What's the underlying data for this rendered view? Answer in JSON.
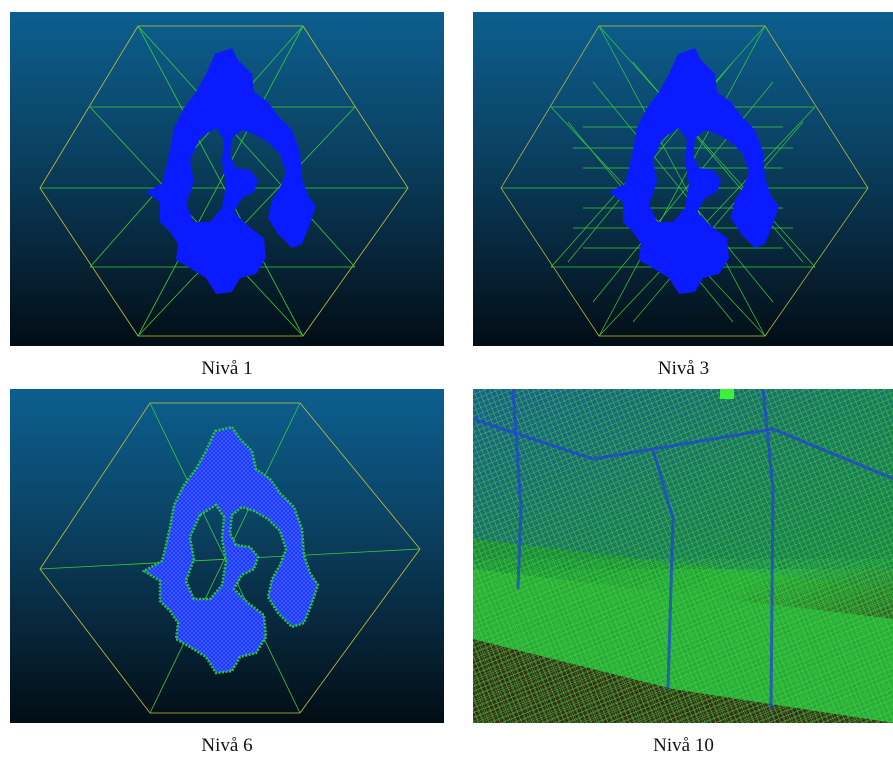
{
  "panels": [
    {
      "caption": "Nivå 1"
    },
    {
      "caption": "Nivå 3"
    },
    {
      "caption": "Nivå 6"
    },
    {
      "caption": "Nivå 10"
    }
  ],
  "colors": {
    "point_cloud": "#0a1cff",
    "grid_outer": "#c7c23a",
    "grid_inner": "#39c93a",
    "voxel_green": "#2bd62b"
  }
}
